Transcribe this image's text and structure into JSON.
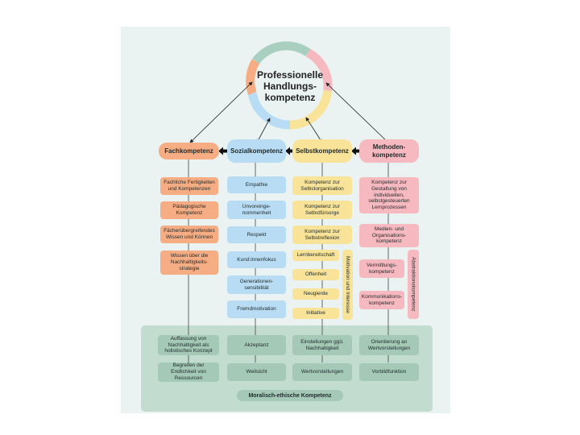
{
  "center": {
    "title": "Professionelle Handlungs-kompetenz",
    "line1": "Professionelle",
    "line2": "Handlungs-",
    "line3": "kompetenz"
  },
  "headers": {
    "fach": "Fachkompetenz",
    "sozial": "Sozialkompetenz",
    "selbst": "Selbstkompetenz",
    "methoden": "Methoden-kompetenz"
  },
  "fach_items": [
    "Fachliche Fertigkeiten und Kompetenzen",
    "Pädagogische Kompetenz",
    "Fächerübergreifendes Wissen und Können",
    "Wissen über die Nachhaltigkeits-strategie"
  ],
  "sozial_items": [
    "Empathie",
    "Unvoreinge-nommenheit",
    "Respekt",
    "Kund:innenfokus",
    "Generationen-sensibilität",
    "Fremdmotivation"
  ],
  "selbst_items": [
    "Kompetenz zur Selbstorganisation",
    "Kompetenz zur Selbstfürsorge",
    "Kompetenz zur Selbstreflexion"
  ],
  "selbst_small": [
    "Lernbereitschaft",
    "Offenheit",
    "Neugierde",
    "Initiative"
  ],
  "selbst_side": "Motivation und Interesse",
  "methoden_items": [
    "Kompetenz zur Gestaltung von individuellen, selbstgesteuerten Lernprozessen",
    "Medien- und Organisations-kompetenz",
    "Vermittlungs-kompetenz",
    "Kommunikations-kompetenz"
  ],
  "methoden_side": "Abstraktionskompetenz",
  "ethics_items": {
    "fach": [
      "Auffassung von Nachhaltigkeit als holistisches Konzept",
      "Begreifen der Endlichkeit von Ressourcen"
    ],
    "sozial": [
      "Akzeptanz",
      "Weitsicht"
    ],
    "selbst": [
      "Einstellungen ggü. Nachhaltigkeit",
      "Wertvorstellungen"
    ],
    "methoden": [
      "Orientierung an Wertvorstellungen",
      "Vorbildfunktion"
    ]
  },
  "ethics_label": "Moralisch-ethische Kompetenz",
  "colors": {
    "orange": "#f6ad84",
    "blue": "#b8dcf3",
    "yellow": "#f8e398",
    "pink": "#f6b9c0",
    "green": "#a4c9b7",
    "teal": "#a8cfc0"
  }
}
